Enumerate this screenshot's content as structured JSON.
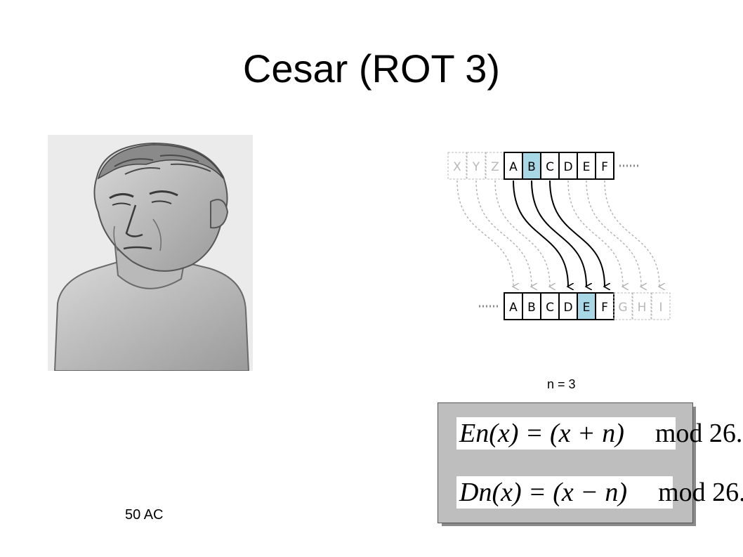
{
  "title": "Cesar (ROT 3)",
  "portrait": {
    "caption": "50 AC"
  },
  "shift_diagram": {
    "shift_label": "n = 3",
    "top_row": {
      "ghost_before": [
        "X",
        "Y",
        "Z"
      ],
      "cells": [
        "A",
        "B",
        "C",
        "D",
        "E",
        "F"
      ],
      "highlight": "B"
    },
    "bottom_row": {
      "cells": [
        "A",
        "B",
        "C",
        "D",
        "E",
        "F"
      ],
      "ghost_after": [
        "G",
        "H",
        "I"
      ],
      "highlight": "E"
    },
    "colors": {
      "highlight": "#a8d8e6",
      "ghost": "#b8b8b8",
      "line": "#000000"
    }
  },
  "formulas": {
    "encrypt": {
      "lhs": "En(x) = (x + n)",
      "rhs": "mod 26."
    },
    "decrypt": {
      "lhs": "Dn(x) = (x − n)",
      "rhs": "mod 26."
    }
  }
}
